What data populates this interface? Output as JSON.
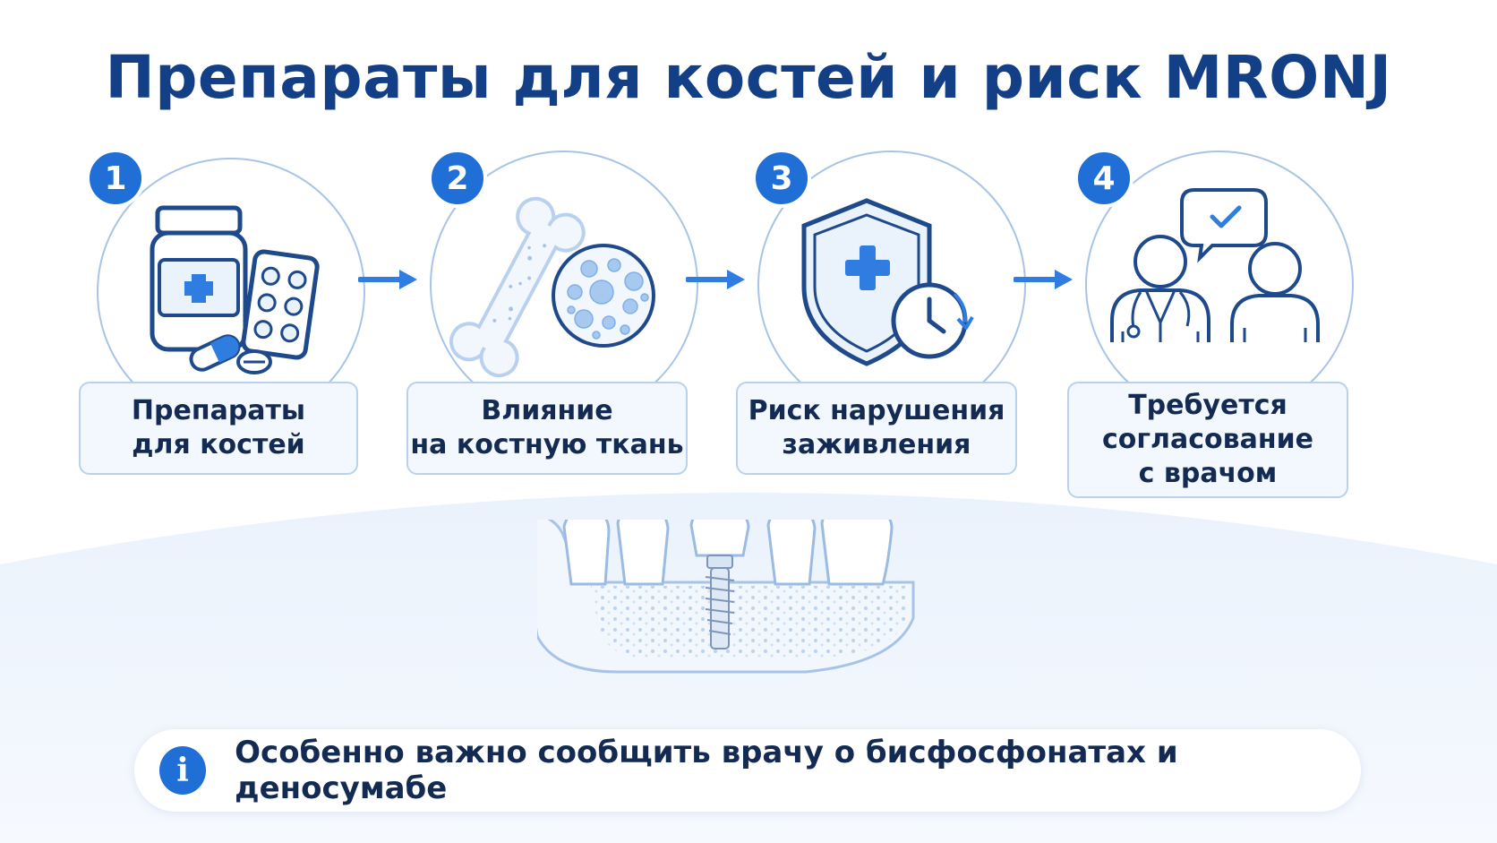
{
  "title": "Препараты для костей и риск MRONJ",
  "steps": [
    {
      "number": "1",
      "label": "Препараты\nдля костей",
      "icon": "medication-icon"
    },
    {
      "number": "2",
      "label": "Влияние\nна костную ткань",
      "icon": "bone-icon"
    },
    {
      "number": "3",
      "label": "Риск нарушения\nзаживления",
      "icon": "shield-clock-icon"
    },
    {
      "number": "4",
      "label": "Требуется\nсогласование\nс врачом",
      "icon": "doctor-consultation-icon"
    }
  ],
  "note": {
    "icon": "info-icon",
    "text": "Особенно важно сообщить врачу о бисфосфонатах и деносумабе"
  },
  "colors": {
    "primary": "#1f6fd6",
    "title": "#123f86",
    "text": "#132a52",
    "outline": "#1e4a8c",
    "light": "#a7c4e8"
  }
}
